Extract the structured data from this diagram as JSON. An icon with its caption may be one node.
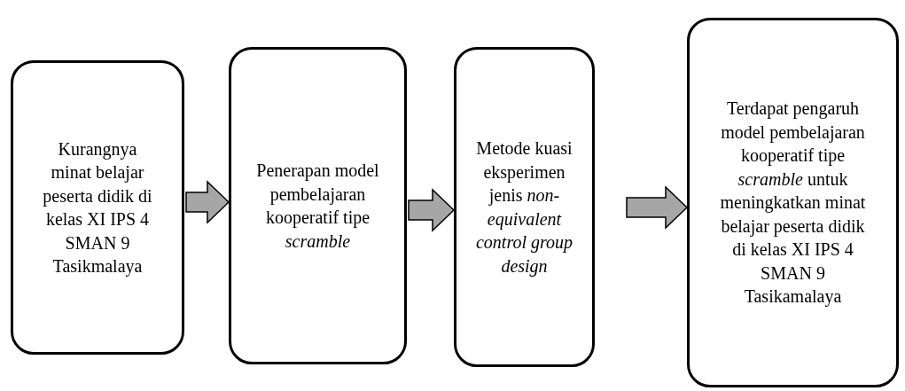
{
  "diagram": {
    "nodes": [
      {
        "text": [
          "Kurangnya minat belajar peserta didik di kelas XI IPS 4 SMAN 9 Tasikmalaya"
        ]
      },
      {
        "text": [
          "Penerapan model pembelajaran kooperatif tipe *scramble*"
        ]
      },
      {
        "text": [
          "Metode kuasi eksperimen jenis *non-equivalent control group design*"
        ]
      },
      {
        "text": [
          "Terdapat pengaruh model pembelajaran kooperatif tipe *scramble* untuk meningkatkan minat belajar peserta didik di kelas XI IPS 4 SMAN 9 Tasikamalaya"
        ]
      }
    ],
    "edges": [
      {
        "from": 0,
        "to": 1,
        "arrow": "to"
      },
      {
        "from": 1,
        "to": 2,
        "arrow": "to"
      },
      {
        "from": 2,
        "to": 3,
        "arrow": "to"
      }
    ]
  }
}
